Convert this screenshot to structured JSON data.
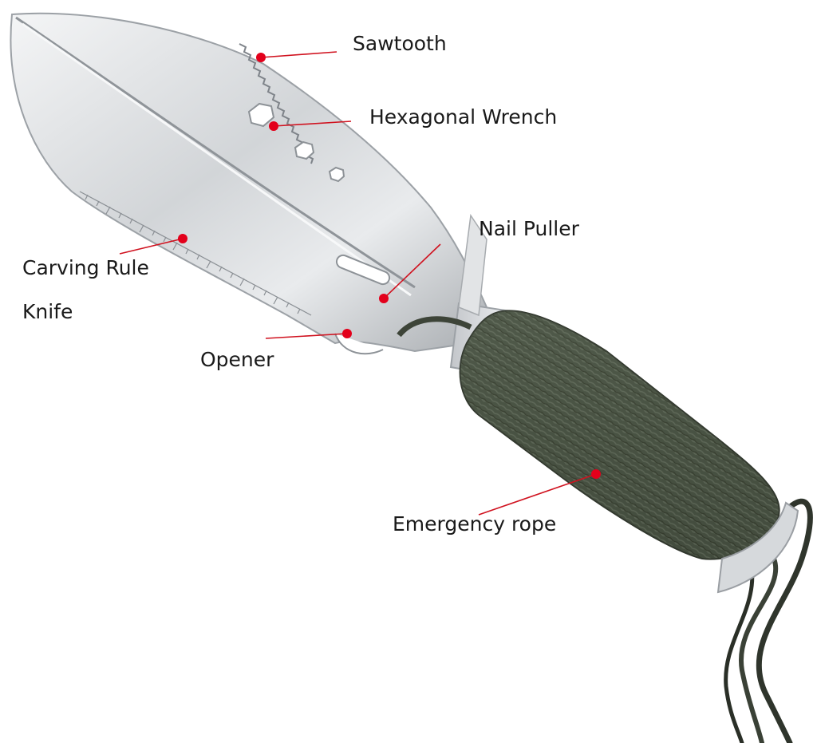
{
  "image": {
    "subject": "multi-function shovel with cord-wrapped handle"
  },
  "callouts": [
    {
      "key": "sawtooth",
      "label": "Sawtooth"
    },
    {
      "key": "hex",
      "label": "Hexagonal Wrench"
    },
    {
      "key": "nail",
      "label": "Nail Puller"
    },
    {
      "key": "rule",
      "label": "Carving Rule"
    },
    {
      "key": "knife",
      "label": "Knife"
    },
    {
      "key": "opener",
      "label": "Opener"
    },
    {
      "key": "rope",
      "label": "Emergency rope"
    }
  ],
  "colors": {
    "callout_dot": "#e3001b",
    "callout_line": "#d0121f",
    "blade": "#d9dcdf",
    "handle_cord": "#4a5444",
    "background": "#ffffff"
  }
}
